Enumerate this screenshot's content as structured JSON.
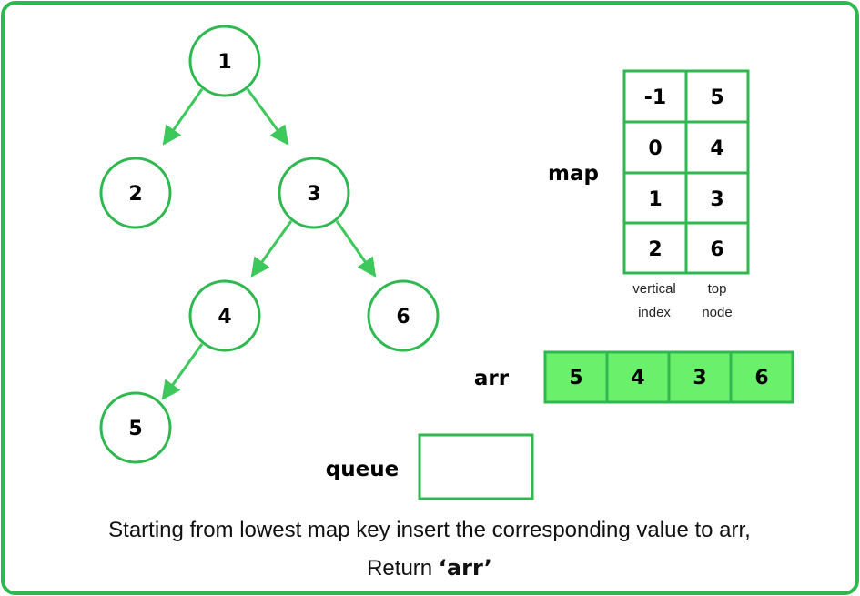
{
  "colors": {
    "border": "#2fb84f",
    "edge": "#3cc85a",
    "node_stroke": "#2fb84f",
    "cell_fill": "#6bf06b",
    "cell_stroke": "#2fb84f",
    "map_stroke": "#2fb84f"
  },
  "tree": {
    "nodes": [
      "1",
      "2",
      "3",
      "4",
      "6",
      "5"
    ]
  },
  "map": {
    "label": "map",
    "rows": [
      {
        "key": "-1",
        "value": "5"
      },
      {
        "key": "0",
        "value": "4"
      },
      {
        "key": "1",
        "value": "3"
      },
      {
        "key": "2",
        "value": "6"
      }
    ],
    "col_labels": [
      {
        "line1": "vertical",
        "line2": "index"
      },
      {
        "line1": "top",
        "line2": "node"
      }
    ]
  },
  "arr": {
    "label": "arr",
    "values": [
      "5",
      "4",
      "3",
      "6"
    ]
  },
  "queue": {
    "label": "queue"
  },
  "caption": {
    "line1": "Starting from lowest map key insert the corresponding value to arr,",
    "line2_prefix": "Return ",
    "line2_bold": "‘arr’"
  }
}
